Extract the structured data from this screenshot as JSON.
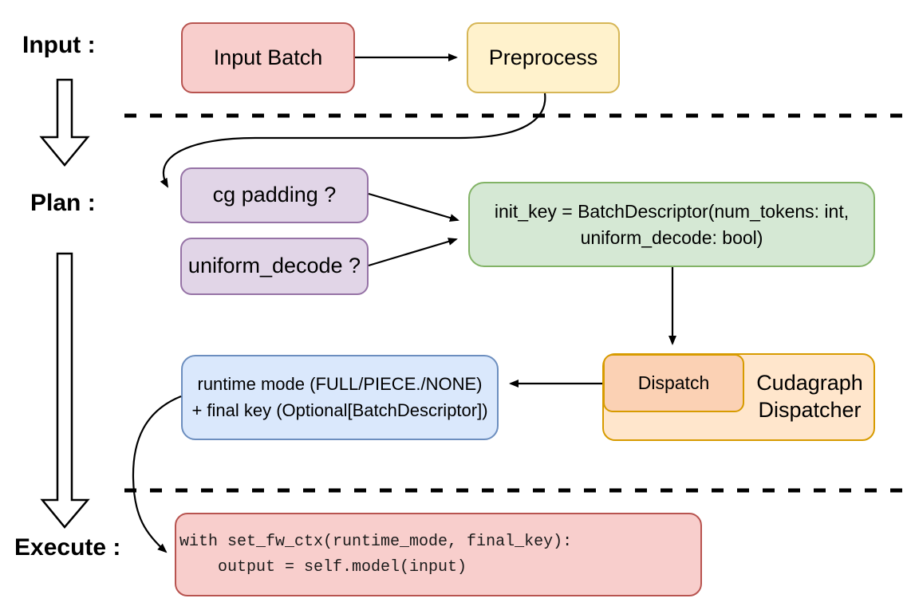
{
  "stages": {
    "input": "Input :",
    "plan": "Plan :",
    "execute": "Execute :"
  },
  "nodes": {
    "input_batch": {
      "label": "Input Batch"
    },
    "preprocess": {
      "label": "Preprocess"
    },
    "cg_padding": {
      "label": "cg padding ?"
    },
    "uniform_decode": {
      "label": "uniform_decode ?"
    },
    "init_key": {
      "line1": "init_key = BatchDescriptor(num_tokens: int,",
      "line2": "uniform_decode: bool)"
    },
    "dispatch": {
      "label": "Dispatch"
    },
    "cudagraph_dispatcher": {
      "line1": "Cudagraph",
      "line2": "Dispatcher"
    },
    "runtime_mode": {
      "line1": "runtime mode (FULL/PIECE./NONE)",
      "line2": "+ final key (Optional[BatchDescriptor])"
    },
    "execute_code": {
      "line1": "with set_fw_ctx(runtime_mode, final_key):",
      "line2": "    output = self.model(input)"
    }
  },
  "palette": {
    "red_fill": "#f8cecc",
    "red_stroke": "#b85450",
    "yellow_fill": "#fff2cc",
    "yellow_stroke": "#d6b656",
    "purple_fill": "#e1d5e7",
    "purple_stroke": "#9673a6",
    "green_fill": "#d5e8d4",
    "green_stroke": "#82b366",
    "orange_fill": "#ffe6cc",
    "orange_inner_fill": "#fbd1b4",
    "orange_stroke": "#d79b00",
    "blue_fill": "#dae8fc",
    "blue_stroke": "#6c8ebf",
    "line_color": "#000000"
  }
}
